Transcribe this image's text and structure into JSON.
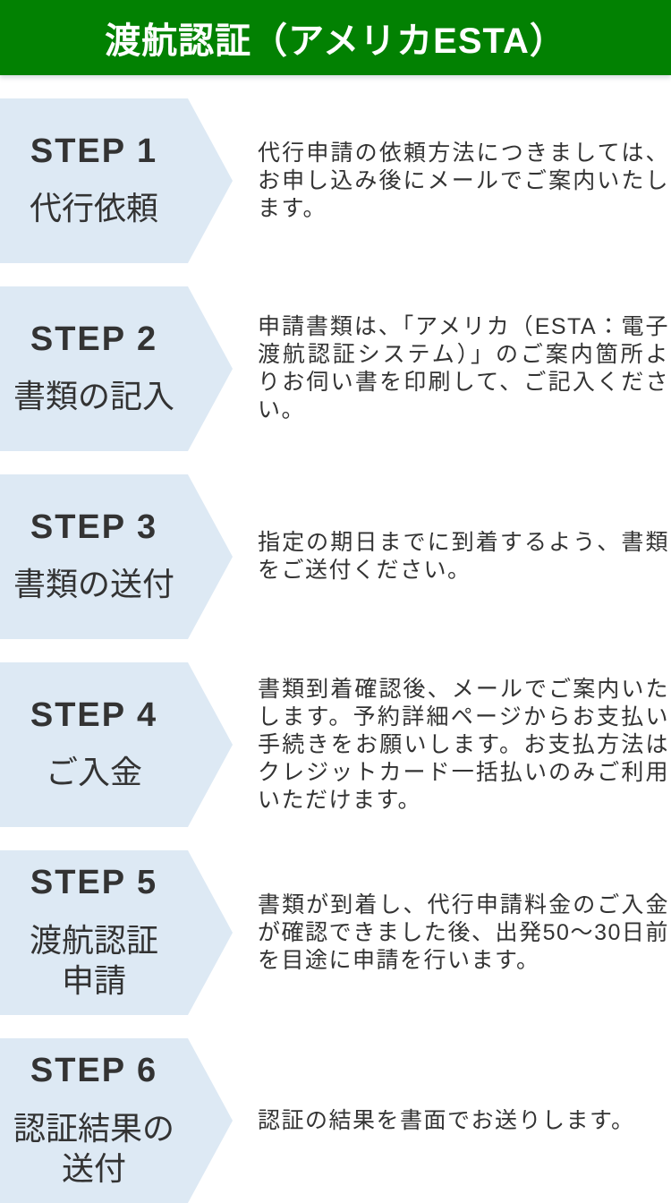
{
  "header": {
    "title": "渡航認証（アメリカESTA）"
  },
  "colors": {
    "header-bg": "#028102",
    "header-text": "#ffffff",
    "chevron-bg": "#dde9f4",
    "text": "#333333"
  },
  "steps": [
    {
      "step": "STEP 1",
      "label": "代行依頼",
      "description": "代行申請の依頼方法につきましては、お申し込み後にメールでご案内いたします。"
    },
    {
      "step": "STEP 2",
      "label": "書類の記入",
      "description": "申請書類は、「アメリカ（ESTA：電子渡航認証システム）」のご案内箇所よりお伺い書を印刷して、ご記入ください。"
    },
    {
      "step": "STEP 3",
      "label": "書類の送付",
      "description": "指定の期日までに到着するよう、書類をご送付ください。"
    },
    {
      "step": "STEP 4",
      "label": "ご入金",
      "description": "書類到着確認後、メールでご案内いたします。予約詳細ページからお支払い手続きをお願いします。お支払方法はクレジットカード一括払いのみご利用いただけます。"
    },
    {
      "step": "STEP 5",
      "label": "渡航認証\n申請",
      "description": "書類が到着し、代行申請料金のご入金が確認できました後、出発50〜30日前を目途に申請を行います。"
    },
    {
      "step": "STEP 6",
      "label": "認証結果の\n送付",
      "description": "認証の結果を書面でお送りします。"
    }
  ]
}
